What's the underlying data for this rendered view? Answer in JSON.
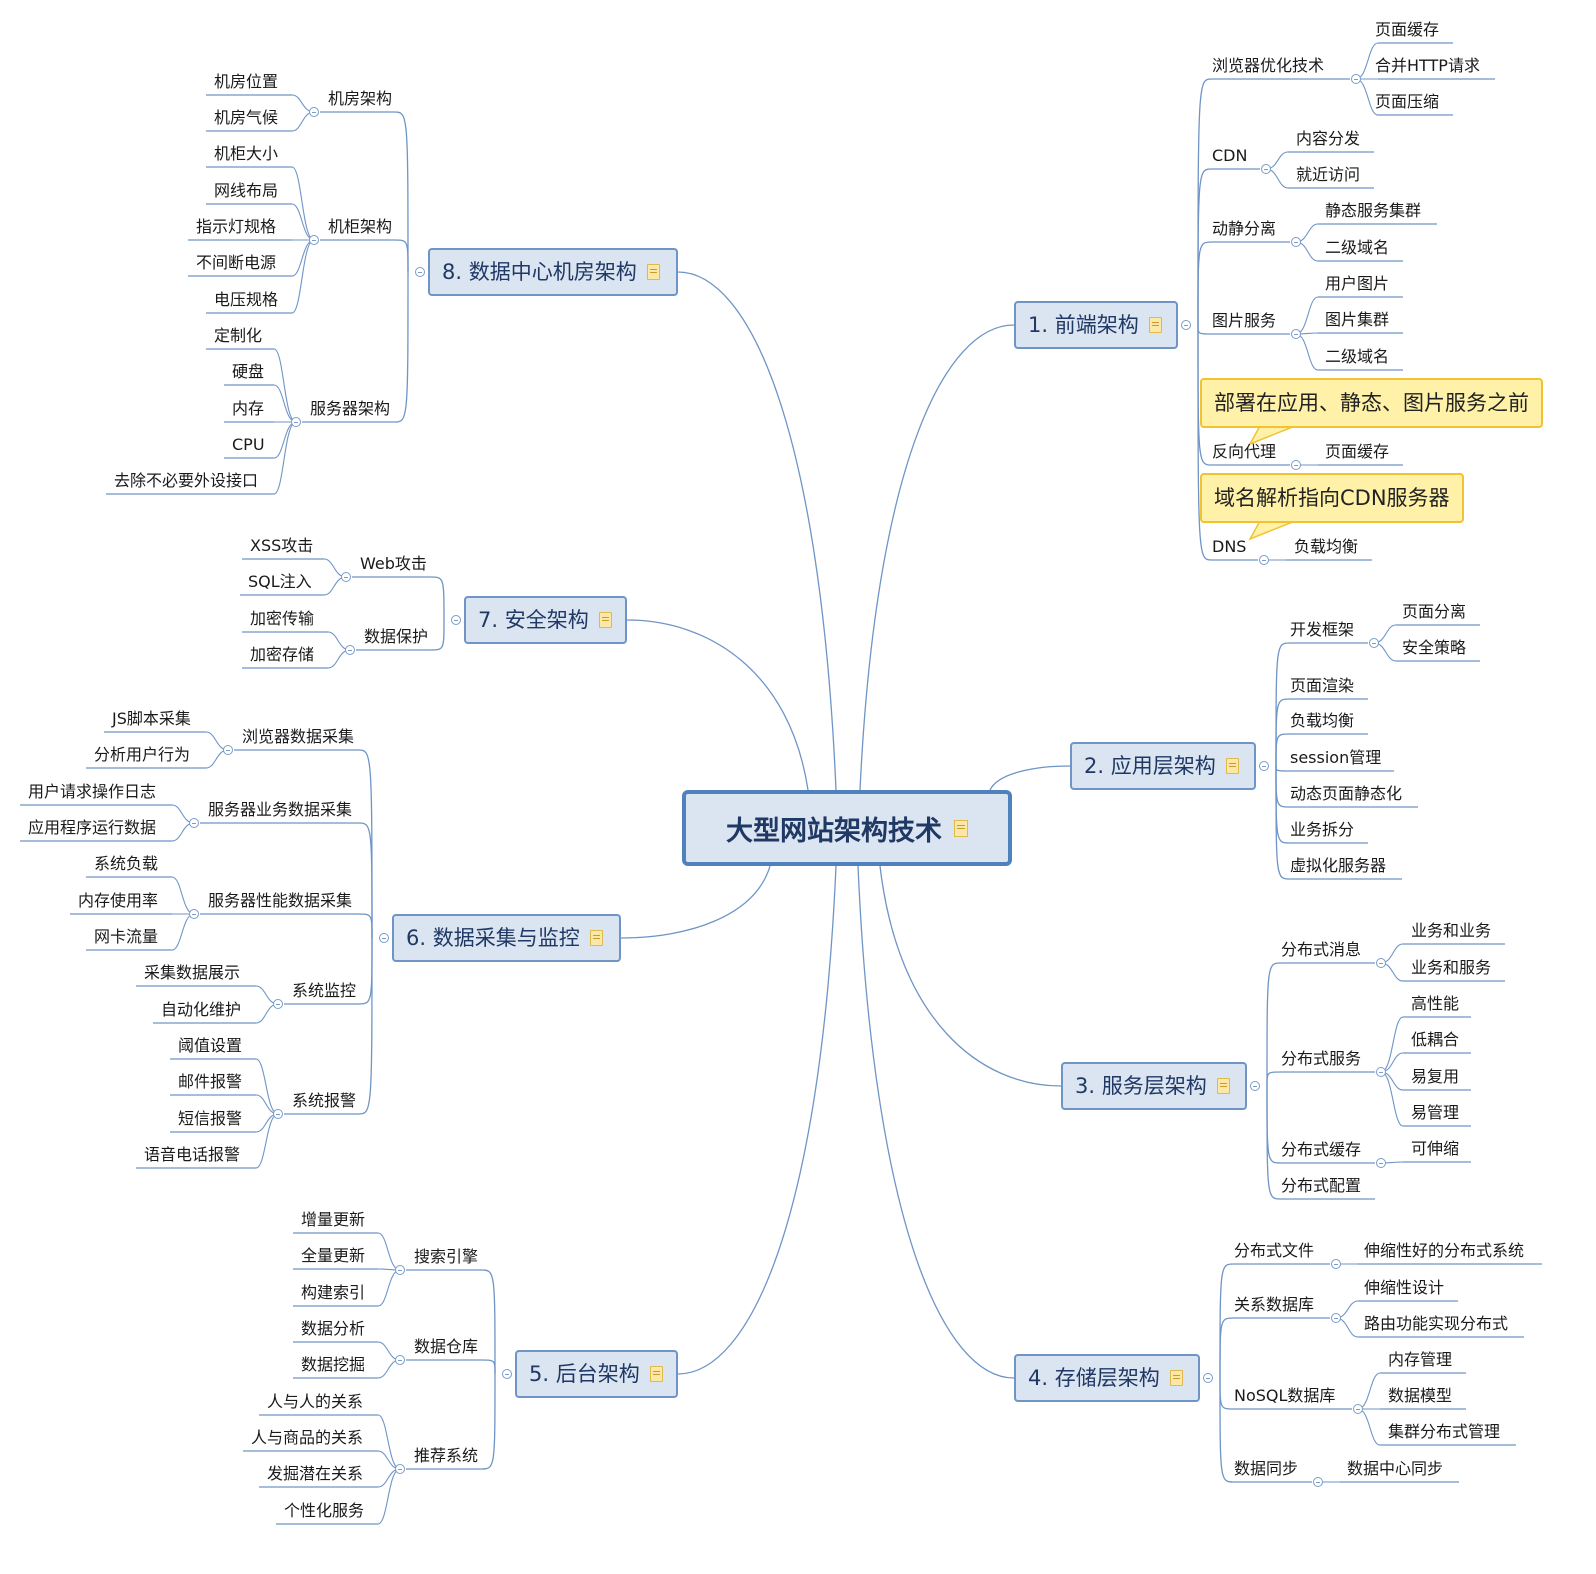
{
  "root": "大型网站架构技术",
  "branches": [
    {
      "label": "1. 前端架构",
      "children": [
        {
          "label": "浏览器优化技术",
          "children": [
            "页面缓存",
            "合并HTTP请求",
            "页面压缩"
          ]
        },
        {
          "label": "CDN",
          "children": [
            "内容分发",
            "就近访问"
          ]
        },
        {
          "label": "动静分离",
          "children": [
            "静态服务集群",
            "二级域名"
          ]
        },
        {
          "label": "图片服务",
          "children": [
            "用户图片",
            "图片集群",
            "二级域名"
          ]
        },
        {
          "label": "反向代理",
          "children": [
            "页面缓存"
          ],
          "note": "部署在应用、静态、图片服务之前"
        },
        {
          "label": "DNS",
          "children": [
            "负载均衡"
          ],
          "note": "域名解析指向CDN服务器"
        }
      ]
    },
    {
      "label": "2. 应用层架构",
      "children": [
        {
          "label": "开发框架",
          "children": [
            "页面分离",
            "安全策略"
          ]
        },
        {
          "label": "页面渲染",
          "children": []
        },
        {
          "label": "负载均衡",
          "children": []
        },
        {
          "label": "session管理",
          "children": []
        },
        {
          "label": "动态页面静态化",
          "children": []
        },
        {
          "label": "业务拆分",
          "children": []
        },
        {
          "label": "虚拟化服务器",
          "children": []
        }
      ]
    },
    {
      "label": "3. 服务层架构",
      "children": [
        {
          "label": "分布式消息",
          "children": [
            "业务和业务",
            "业务和服务"
          ]
        },
        {
          "label": "分布式服务",
          "children": [
            "高性能",
            "低耦合",
            "易复用",
            "易管理"
          ]
        },
        {
          "label": "分布式缓存",
          "children": [
            "可伸缩"
          ]
        },
        {
          "label": "分布式配置",
          "children": []
        }
      ]
    },
    {
      "label": "4. 存储层架构",
      "children": [
        {
          "label": "分布式文件",
          "children": [
            "伸缩性好的分布式系统"
          ]
        },
        {
          "label": "关系数据库",
          "children": [
            "伸缩性设计",
            "路由功能实现分布式"
          ]
        },
        {
          "label": "NoSQL数据库",
          "children": [
            "内存管理",
            "数据模型",
            "集群分布式管理"
          ]
        },
        {
          "label": "数据同步",
          "children": [
            "数据中心同步"
          ]
        }
      ]
    },
    {
      "label": "5. 后台架构",
      "children": [
        {
          "label": "搜索引擎",
          "children": [
            "增量更新",
            "全量更新",
            "构建索引"
          ]
        },
        {
          "label": "数据仓库",
          "children": [
            "数据分析",
            "数据挖掘"
          ]
        },
        {
          "label": "推荐系统",
          "children": [
            "人与人的关系",
            "人与商品的关系",
            "发掘潜在关系",
            "个性化服务"
          ]
        }
      ]
    },
    {
      "label": "6. 数据采集与监控",
      "children": [
        {
          "label": "浏览器数据采集",
          "children": [
            "JS脚本采集",
            "分析用户行为"
          ]
        },
        {
          "label": "服务器业务数据采集",
          "children": [
            "用户请求操作日志",
            "应用程序运行数据"
          ]
        },
        {
          "label": "服务器性能数据采集",
          "children": [
            "系统负载",
            "内存使用率",
            "网卡流量"
          ]
        },
        {
          "label": "系统监控",
          "children": [
            "采集数据展示",
            "自动化维护"
          ]
        },
        {
          "label": "系统报警",
          "children": [
            "阈值设置",
            "邮件报警",
            "短信报警",
            "语音电话报警"
          ]
        }
      ]
    },
    {
      "label": "7. 安全架构",
      "children": [
        {
          "label": "Web攻击",
          "children": [
            "XSS攻击",
            "SQL注入"
          ]
        },
        {
          "label": "数据保护",
          "children": [
            "加密传输",
            "加密存储"
          ]
        }
      ]
    },
    {
      "label": "8. 数据中心机房架构",
      "children": [
        {
          "label": "机房架构",
          "children": [
            "机房位置",
            "机房气候"
          ]
        },
        {
          "label": "机柜架构",
          "children": [
            "机柜大小",
            "网线布局",
            "指示灯规格",
            "不间断电源",
            "电压规格"
          ]
        },
        {
          "label": "服务器架构",
          "children": [
            "定制化",
            "硬盘",
            "内存",
            "CPU",
            "去除不必要外设接口"
          ]
        }
      ]
    }
  ],
  "colors": {
    "line": "#6f95c6",
    "box_fill": "#dbe5f1",
    "box_border": "#6f95c6",
    "note_fill": "#fff2a8",
    "note_border": "#f1c232"
  }
}
